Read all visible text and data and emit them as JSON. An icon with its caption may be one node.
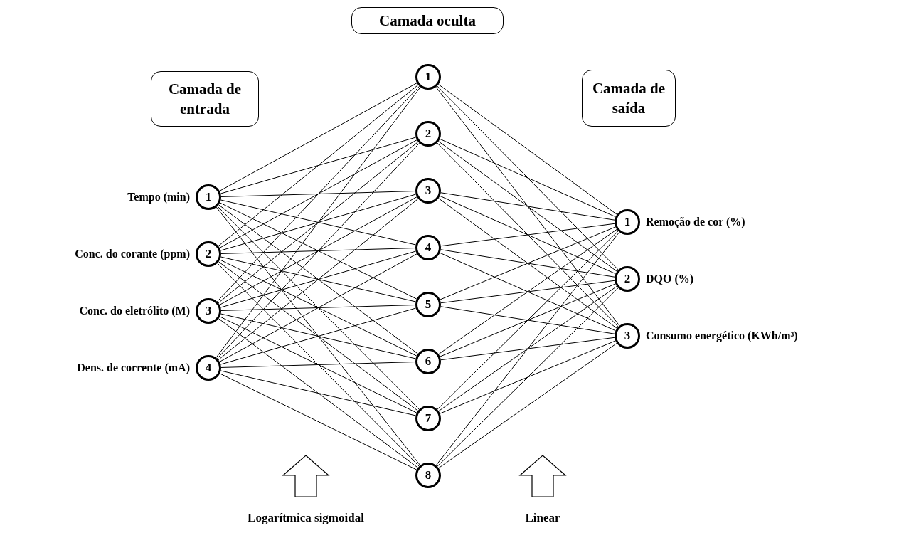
{
  "diagram": {
    "nodes": [
      {
        "text": [
          "Camada de entrada"
        ]
      },
      {
        "text": [
          "Camada oculta"
        ]
      },
      {
        "text": [
          "Camada de saída"
        ]
      },
      {
        "text": [
          "1"
        ],
        "beside": [
          "Tempo (min)"
        ]
      },
      {
        "text": [
          "2"
        ],
        "beside": [
          "Conc. do corante (ppm)"
        ]
      },
      {
        "text": [
          "3"
        ],
        "beside": [
          "Conc. do eletrólito (M)"
        ]
      },
      {
        "text": [
          "4"
        ],
        "beside": [
          "Dens. de corrente (mA)"
        ]
      },
      {
        "text": [
          "1"
        ]
      },
      {
        "text": [
          "2"
        ]
      },
      {
        "text": [
          "3"
        ]
      },
      {
        "text": [
          "4"
        ]
      },
      {
        "text": [
          "5"
        ]
      },
      {
        "text": [
          "6"
        ]
      },
      {
        "text": [
          "7"
        ]
      },
      {
        "text": [
          "8"
        ]
      },
      {
        "text": [
          "1"
        ],
        "beside": [
          "Remoção de cor (%)"
        ]
      },
      {
        "text": [
          "2"
        ],
        "beside": [
          "DQO (%)"
        ]
      },
      {
        "text": [
          "3"
        ],
        "beside": [
          "Consumo energético (KWh/m³)"
        ]
      }
    ],
    "edges": [
      {
        "from": 3,
        "to": 7,
        "arrow": "none"
      },
      {
        "from": 3,
        "to": 8,
        "arrow": "none"
      },
      {
        "from": 3,
        "to": 9,
        "arrow": "none"
      },
      {
        "from": 3,
        "to": 10,
        "arrow": "none"
      },
      {
        "from": 3,
        "to": 11,
        "arrow": "none"
      },
      {
        "from": 3,
        "to": 12,
        "arrow": "none"
      },
      {
        "from": 3,
        "to": 13,
        "arrow": "none"
      },
      {
        "from": 3,
        "to": 14,
        "arrow": "none"
      },
      {
        "from": 4,
        "to": 7,
        "arrow": "none"
      },
      {
        "from": 4,
        "to": 8,
        "arrow": "none"
      },
      {
        "from": 4,
        "to": 9,
        "arrow": "none"
      },
      {
        "from": 4,
        "to": 10,
        "arrow": "none"
      },
      {
        "from": 4,
        "to": 11,
        "arrow": "none"
      },
      {
        "from": 4,
        "to": 12,
        "arrow": "none"
      },
      {
        "from": 4,
        "to": 13,
        "arrow": "none"
      },
      {
        "from": 4,
        "to": 14,
        "arrow": "none"
      },
      {
        "from": 5,
        "to": 7,
        "arrow": "none"
      },
      {
        "from": 5,
        "to": 8,
        "arrow": "none"
      },
      {
        "from": 5,
        "to": 9,
        "arrow": "none"
      },
      {
        "from": 5,
        "to": 10,
        "arrow": "none"
      },
      {
        "from": 5,
        "to": 11,
        "arrow": "none"
      },
      {
        "from": 5,
        "to": 12,
        "arrow": "none"
      },
      {
        "from": 5,
        "to": 13,
        "arrow": "none"
      },
      {
        "from": 5,
        "to": 14,
        "arrow": "none"
      },
      {
        "from": 6,
        "to": 7,
        "arrow": "none"
      },
      {
        "from": 6,
        "to": 8,
        "arrow": "none"
      },
      {
        "from": 6,
        "to": 9,
        "arrow": "none"
      },
      {
        "from": 6,
        "to": 10,
        "arrow": "none"
      },
      {
        "from": 6,
        "to": 11,
        "arrow": "none"
      },
      {
        "from": 6,
        "to": 12,
        "arrow": "none"
      },
      {
        "from": 6,
        "to": 13,
        "arrow": "none"
      },
      {
        "from": 6,
        "to": 14,
        "arrow": "none"
      },
      {
        "from": 7,
        "to": 15,
        "arrow": "none"
      },
      {
        "from": 7,
        "to": 16,
        "arrow": "none"
      },
      {
        "from": 7,
        "to": 17,
        "arrow": "none"
      },
      {
        "from": 8,
        "to": 15,
        "arrow": "none"
      },
      {
        "from": 8,
        "to": 16,
        "arrow": "none"
      },
      {
        "from": 8,
        "to": 17,
        "arrow": "none"
      },
      {
        "from": 9,
        "to": 15,
        "arrow": "none"
      },
      {
        "from": 9,
        "to": 16,
        "arrow": "none"
      },
      {
        "from": 9,
        "to": 17,
        "arrow": "none"
      },
      {
        "from": 10,
        "to": 15,
        "arrow": "none"
      },
      {
        "from": 10,
        "to": 16,
        "arrow": "none"
      },
      {
        "from": 10,
        "to": 17,
        "arrow": "none"
      },
      {
        "from": 11,
        "to": 15,
        "arrow": "none"
      },
      {
        "from": 11,
        "to": 16,
        "arrow": "none"
      },
      {
        "from": 11,
        "to": 17,
        "arrow": "none"
      },
      {
        "from": 12,
        "to": 15,
        "arrow": "none"
      },
      {
        "from": 12,
        "to": 16,
        "arrow": "none"
      },
      {
        "from": 12,
        "to": 17,
        "arrow": "none"
      },
      {
        "from": 13,
        "to": 15,
        "arrow": "none"
      },
      {
        "from": 13,
        "to": 16,
        "arrow": "none"
      },
      {
        "from": 13,
        "to": 17,
        "arrow": "none"
      },
      {
        "from": 14,
        "to": 15,
        "arrow": "none"
      },
      {
        "from": 14,
        "to": 16,
        "arrow": "none"
      },
      {
        "from": 14,
        "to": 17,
        "arrow": "none"
      }
    ],
    "labels": [
      "Logarítmica sigmoidal",
      "Linear"
    ]
  }
}
